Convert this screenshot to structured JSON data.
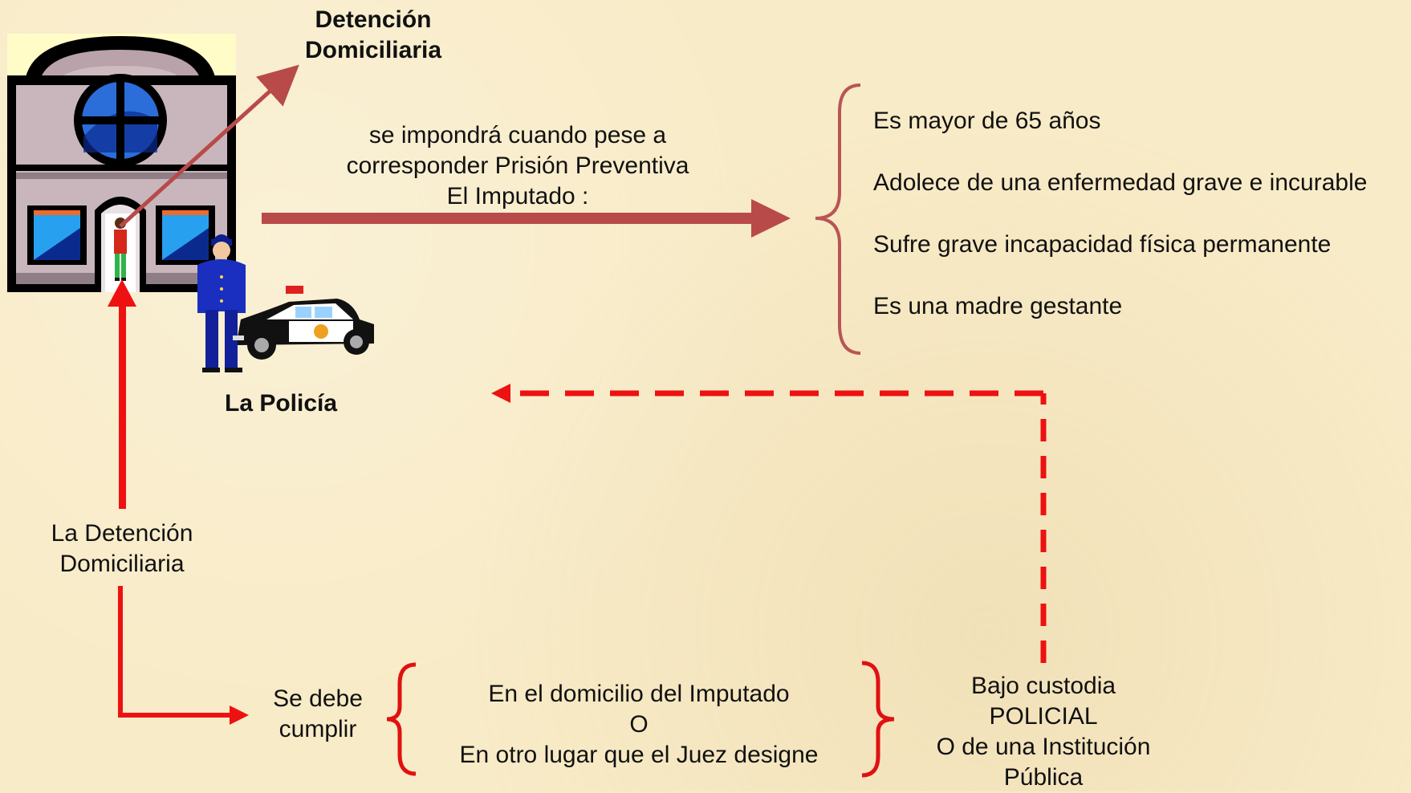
{
  "title_detencion": [
    "Detención",
    "Domiciliaria"
  ],
  "label_policia": "La Policía",
  "condition_intro": [
    "se impondrá cuando pese a",
    "corresponder Prisión Preventiva",
    "El Imputado :"
  ],
  "conditions": [
    "Es mayor de 65 años",
    "Adolece de una enfermedad grave e incurable",
    "Sufre grave incapacidad física permanente",
    "Es una madre gestante"
  ],
  "left_label": [
    "La Detención",
    "Domiciliaria"
  ],
  "se_debe": [
    "Se debe",
    "cumplir"
  ],
  "lugares": [
    "En el domicilio del Imputado",
    "O",
    "En otro lugar que el Juez designe"
  ],
  "custodia": [
    "Bajo custodia",
    "POLICIAL",
    "O de una Institución",
    "Pública"
  ],
  "colors": {
    "background": "#f8ebc7",
    "brown_arrow": "#b84a4a",
    "red_arrow": "#ee1111",
    "brace_brown": "#b85555",
    "brace_red": "#e01111"
  },
  "icons": [
    "building-icon",
    "policeman-icon",
    "police-car-icon"
  ]
}
